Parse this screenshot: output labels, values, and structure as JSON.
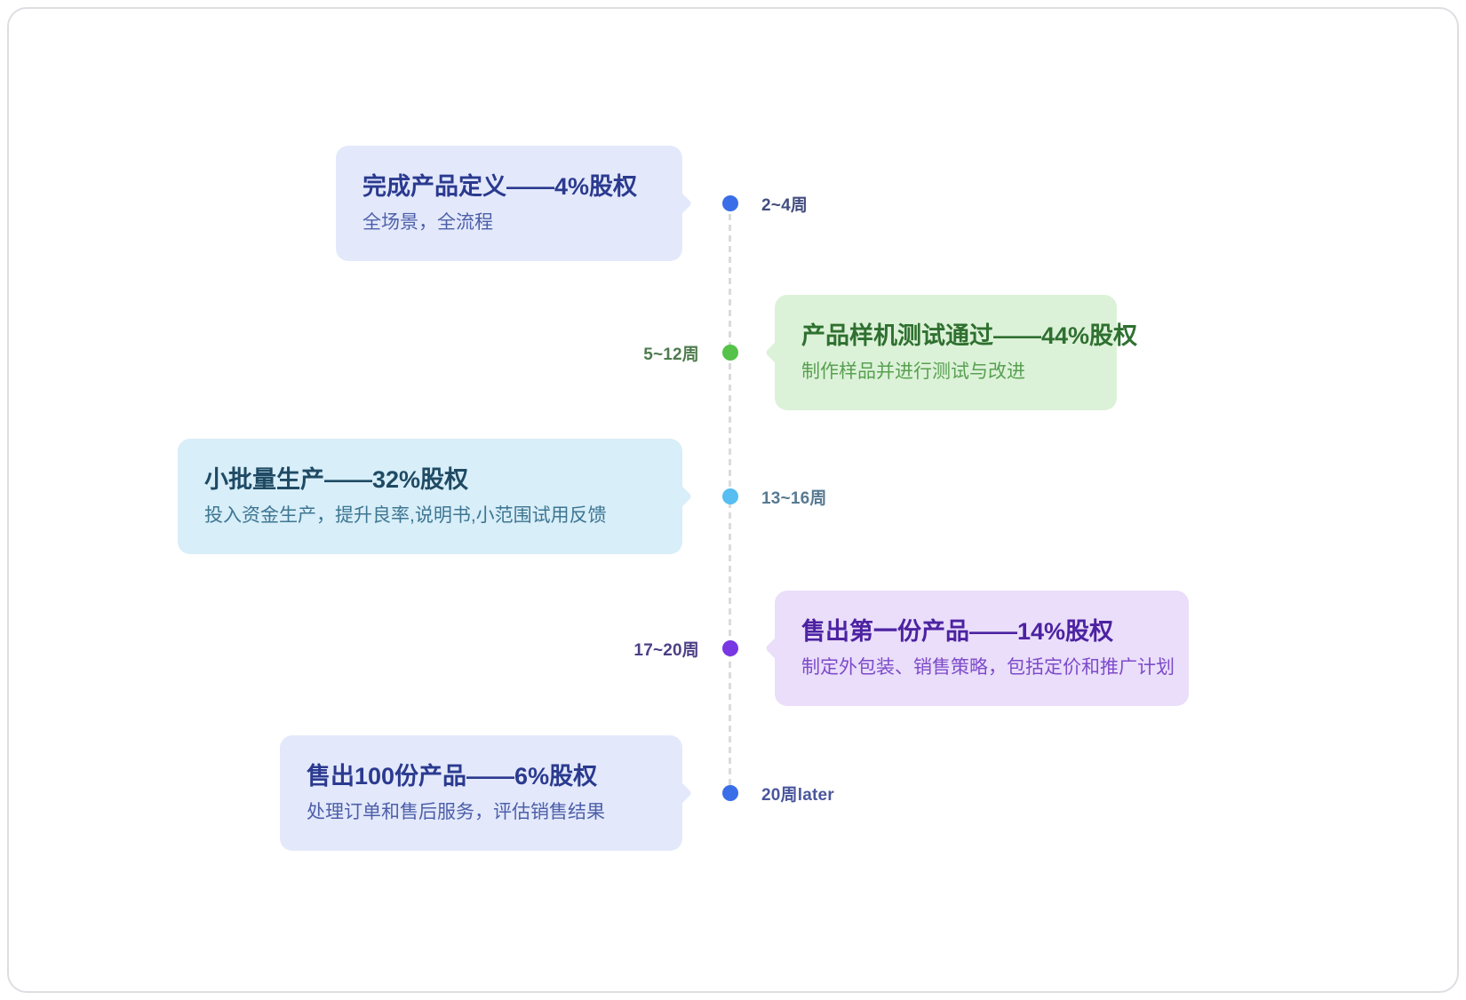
{
  "frame": {
    "background": "#FFFFFF",
    "border_color": "#DEDEE3"
  },
  "timeline": {
    "line_color": "#DBDBDB",
    "milestones": [
      {
        "side": "left",
        "time": "2~4周",
        "title": "完成产品定义——4%股权",
        "subtitle": "全场景，全流程",
        "dot_color": "#3A6EE8",
        "card_bg": "#E3E9FB",
        "title_color": "#2B3A8F",
        "subtitle_color": "#4D5FA9",
        "time_color": "#434E80"
      },
      {
        "side": "right",
        "time": "5~12周",
        "title": "产品样机测试通过——44%股权",
        "subtitle": "制作样品并进行测试与改进",
        "dot_color": "#55C24A",
        "card_bg": "#DCF2D8",
        "title_color": "#2F7030",
        "subtitle_color": "#58A051",
        "time_color": "#4F7B4F"
      },
      {
        "side": "left",
        "time": "13~16周",
        "title": "小批量生产——32%股权",
        "subtitle": "投入资金生产，提升良率,说明书,小范围试用反馈",
        "dot_color": "#56BEF0",
        "card_bg": "#D8EEF8",
        "title_color": "#1F4A64",
        "subtitle_color": "#3D7592",
        "time_color": "#587A92"
      },
      {
        "side": "right",
        "time": "17~20周",
        "title": "售出第一份产品——14%股权",
        "subtitle": "制定外包装、销售策略，包括定价和推广计划",
        "dot_color": "#7936E3",
        "card_bg": "#EADEFA",
        "title_color": "#4C22A1",
        "subtitle_color": "#7D4BC9",
        "time_color": "#4C3F85"
      },
      {
        "side": "left",
        "time": "20周later",
        "title": "售出100份产品——6%股权",
        "subtitle": "处理订单和售后服务，评估销售结果",
        "dot_color": "#3A6EE8",
        "card_bg": "#E3E9FB",
        "title_color": "#2B3A8F",
        "subtitle_color": "#4D5FA9",
        "time_color": "#4A569C"
      }
    ]
  }
}
